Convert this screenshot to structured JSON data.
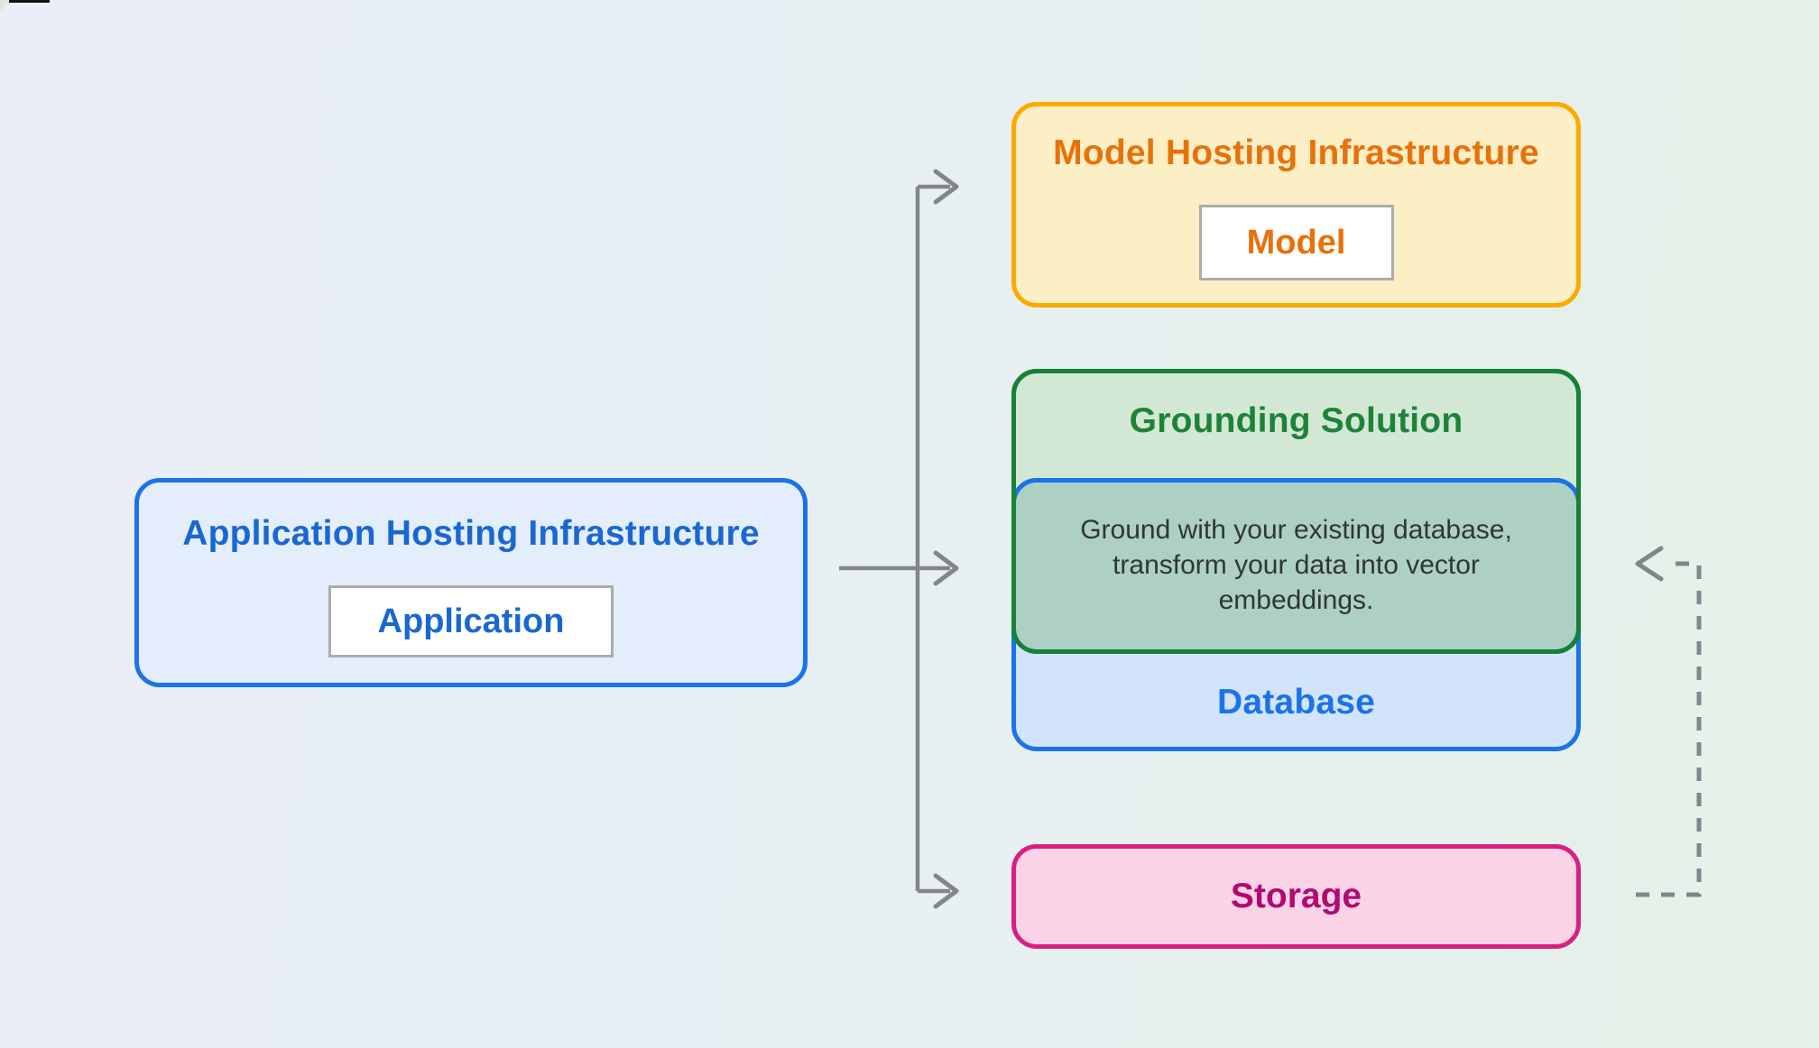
{
  "diagram": {
    "application_box": {
      "title": "Application Hosting Infrastructure",
      "chip": "Application"
    },
    "model_box": {
      "title": "Model Hosting Infrastructure",
      "chip": "Model"
    },
    "grounding_box": {
      "title": "Grounding Solution"
    },
    "overlap_note": {
      "lines": [
        "Ground with your existing database,",
        "transform your data into vector",
        "embeddings."
      ]
    },
    "database_box": {
      "title": "Database"
    },
    "storage_box": {
      "title": "Storage"
    }
  },
  "colors": {
    "background_left": "#E9EEF9",
    "background_right": "#E5F1E8",
    "blue_border": "#1A73E8",
    "blue_text": "#1967D2",
    "application_fill": "#E4EDFB",
    "database_fill": "#D2E3FC",
    "orange_border": "#F9AB00",
    "orange_text": "#E8710A",
    "model_fill": "#FCEEC5",
    "green_border": "#188038",
    "green_text": "#1E8238",
    "grounding_fill": "#D2E8D5",
    "overlap_fill": "#ADCFC4",
    "pink_border": "#D8217F",
    "pink_text": "#B20970",
    "storage_fill": "#FAD3E7",
    "arrow": "#80868B",
    "note_text": "#303538"
  }
}
